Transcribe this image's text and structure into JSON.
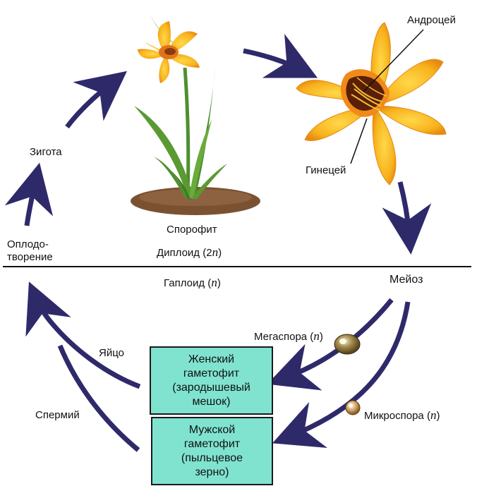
{
  "labels": {
    "androecium": "Андроцей",
    "gynoecium": "Гинецей",
    "zygote": "Зигота",
    "fertilization_1": "Оплодо-",
    "fertilization_2": "творение",
    "sporophyte": "Спорофит",
    "diploid_prefix": "Диплоид (2",
    "diploid_n": "n",
    "diploid_suffix": ")",
    "haploid_prefix": "Гаплоид (",
    "haploid_n": "n",
    "haploid_suffix": ")",
    "meiosis": "Мейоз",
    "megaspore_prefix": "Мегаспора (",
    "megaspore_n": "n",
    "megaspore_suffix": ")",
    "microspore_prefix": "Микроспора (",
    "microspore_n": "n",
    "microspore_suffix": ")",
    "egg": "Яйцо",
    "sperm": "Спермий"
  },
  "female_box": [
    "Женский",
    "гаметофит",
    "(зародышевый",
    "мешок)"
  ],
  "male_box": [
    "Мужской",
    "гаметофит",
    "(пыльцевое",
    "зерно)"
  ],
  "colors": {
    "arrow": "#2e2a6a",
    "box_fill": "#7fe3d0",
    "petal": "#f7b21c",
    "petal_dark": "#e07a10",
    "leaf": "#4f8f2e",
    "soil": "#7a5232"
  }
}
